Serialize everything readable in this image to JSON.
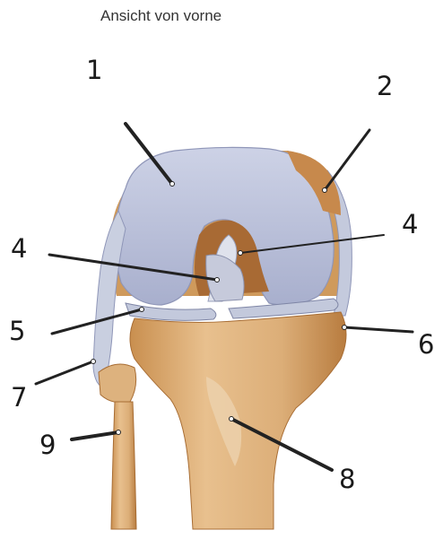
{
  "title": "Ansicht von vorne",
  "labels": [
    {
      "id": "l1",
      "text": "1"
    },
    {
      "id": "l2",
      "text": "2"
    },
    {
      "id": "l4a",
      "text": "4"
    },
    {
      "id": "l4b",
      "text": "4"
    },
    {
      "id": "l5",
      "text": "5"
    },
    {
      "id": "l6",
      "text": "6"
    },
    {
      "id": "l7",
      "text": "7"
    },
    {
      "id": "l8",
      "text": "8"
    },
    {
      "id": "l9",
      "text": "9"
    }
  ],
  "colors": {
    "cartilage": "#b9c0da",
    "bone": "#ddb27e",
    "bone_dark": "#b77a3e",
    "ligament": "#c9cfe0",
    "leader": "#222222"
  }
}
